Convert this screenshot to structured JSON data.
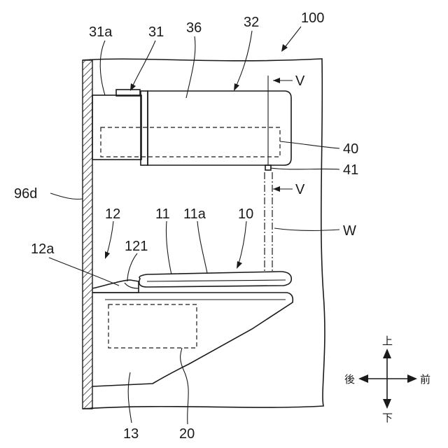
{
  "labels": {
    "l100": "100",
    "l31a": "31a",
    "l31": "31",
    "l36": "36",
    "l32": "32",
    "l40": "40",
    "l41": "41",
    "l96d": "96d",
    "l12": "12",
    "l11": "11",
    "l11a": "11a",
    "l10": "10",
    "l12a": "12a",
    "l121": "121",
    "lW": "W",
    "lV_top": "V",
    "lV_bottom": "V",
    "l13": "13",
    "l20": "20"
  },
  "direction": {
    "up": "上",
    "down": "下",
    "back": "後",
    "front": "前"
  }
}
